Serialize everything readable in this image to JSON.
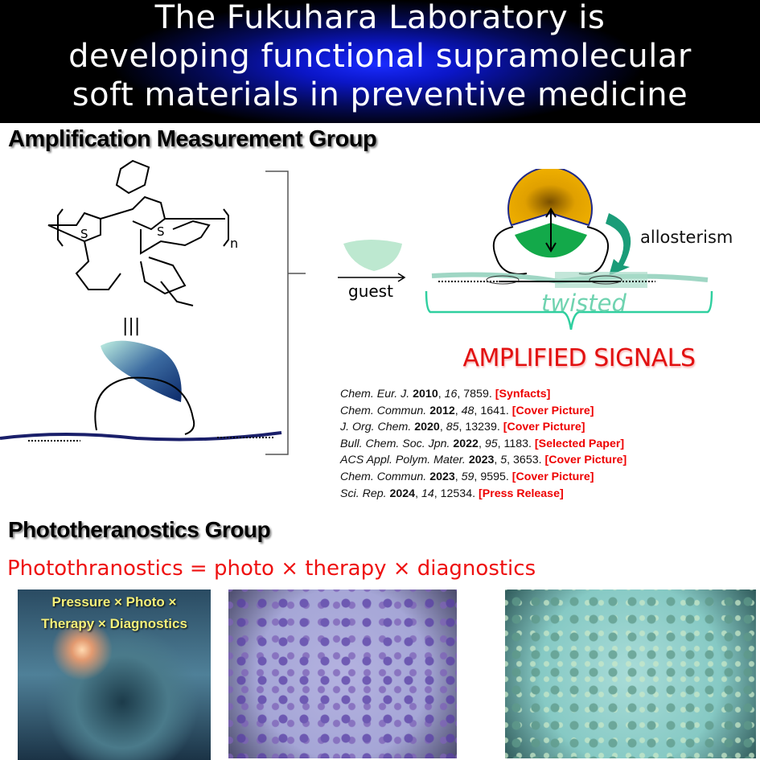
{
  "header": {
    "lines": [
      "The Fukuhara Laboratory is",
      "developing functional supramolecular",
      "soft materials in preventive medicine"
    ]
  },
  "amplification": {
    "title": "Amplification Measurement Group",
    "polymer_labels": {
      "s1": "S",
      "s2": "S",
      "n": "n",
      "equiv": "|||"
    },
    "guest_label": "guest",
    "allosterism_label": "allosterism",
    "twisted_label": "twisted",
    "signals_label": "AMPLIFIED SIGNALS",
    "references": [
      {
        "journal": "Chem. Eur. J.",
        "year": "2010",
        "volume": "16",
        "page": "7859.",
        "tag": "[Synfacts]"
      },
      {
        "journal": "Chem. Commun.",
        "year": "2012",
        "volume": "48",
        "page": "1641.",
        "tag": "[Cover Picture]"
      },
      {
        "journal": "J. Org. Chem.",
        "year": "2020",
        "volume": "85",
        "page": "13239.",
        "tag": "[Cover Picture]"
      },
      {
        "journal": "Bull. Chem. Soc. Jpn.",
        "year": "2022",
        "volume": "95",
        "page": "1183.",
        "tag": "[Selected Paper]"
      },
      {
        "journal": "ACS Appl. Polym. Mater.",
        "year": "2023",
        "volume": "5",
        "page": "3653.",
        "tag": "[Cover Picture]"
      },
      {
        "journal": "Chem. Commun.",
        "year": "2023",
        "volume": "59",
        "page": "9595.",
        "tag": "[Cover Picture]"
      },
      {
        "journal": "Sci. Rep.",
        "year": "2024",
        "volume": "14",
        "page": "12534.",
        "tag": "[Press Release]"
      }
    ]
  },
  "phototheranostics": {
    "title": "Phototheranostics Group",
    "equation": "Photothranostics = photo × therapy × diagnostics",
    "image_caption": [
      "Pressure × Photo ×",
      "Therapy × Diagnostics"
    ]
  },
  "colors": {
    "header_glow": "#0b16c8",
    "red": "#e21010",
    "teal": "#2fcf9f",
    "orange": "#e8a800",
    "green": "#13a94a"
  }
}
